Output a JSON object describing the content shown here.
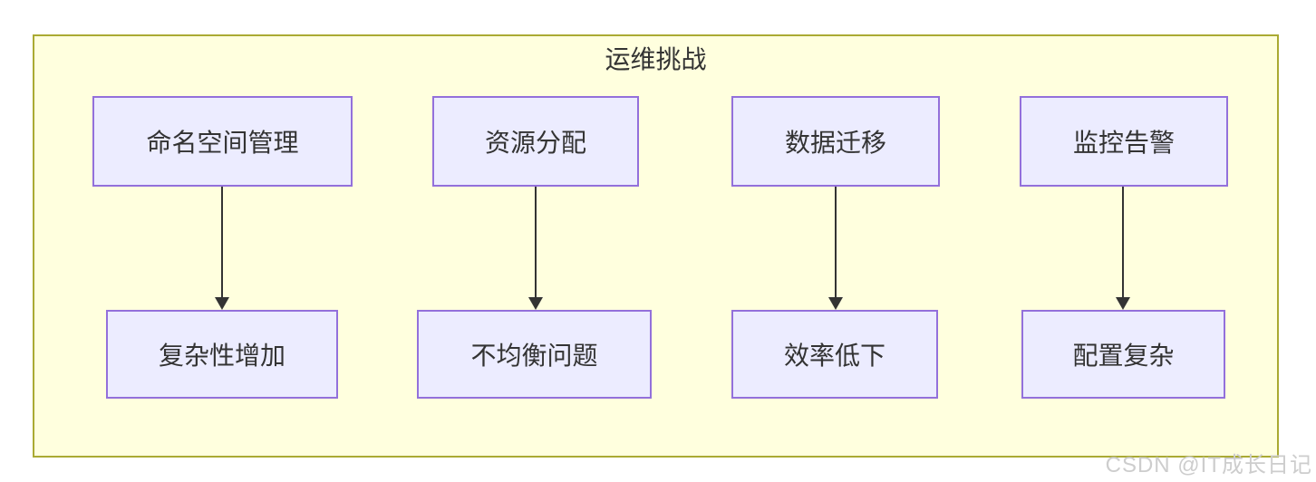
{
  "diagram": {
    "title": "运维挑战",
    "columns": [
      {
        "top": "命名空间管理",
        "bottom": "复杂性增加"
      },
      {
        "top": "资源分配",
        "bottom": "不均衡问题"
      },
      {
        "top": "数据迁移",
        "bottom": "效率低下"
      },
      {
        "top": "监控告警",
        "bottom": "配置复杂"
      }
    ],
    "edges": [
      {
        "from": "命名空间管理",
        "to": "复杂性增加"
      },
      {
        "from": "资源分配",
        "to": "不均衡问题"
      },
      {
        "from": "数据迁移",
        "to": "效率低下"
      },
      {
        "from": "监控告警",
        "to": "配置复杂"
      }
    ]
  },
  "colors": {
    "cluster_fill": "#ffffde",
    "cluster_stroke": "#aaaa33",
    "node_fill": "#ececff",
    "node_stroke": "#9370db",
    "edge_color": "#333333",
    "text_color": "#333333",
    "watermark_color": "#cdcdcd"
  },
  "watermark": {
    "text": "CSDN @IT成长日记"
  }
}
